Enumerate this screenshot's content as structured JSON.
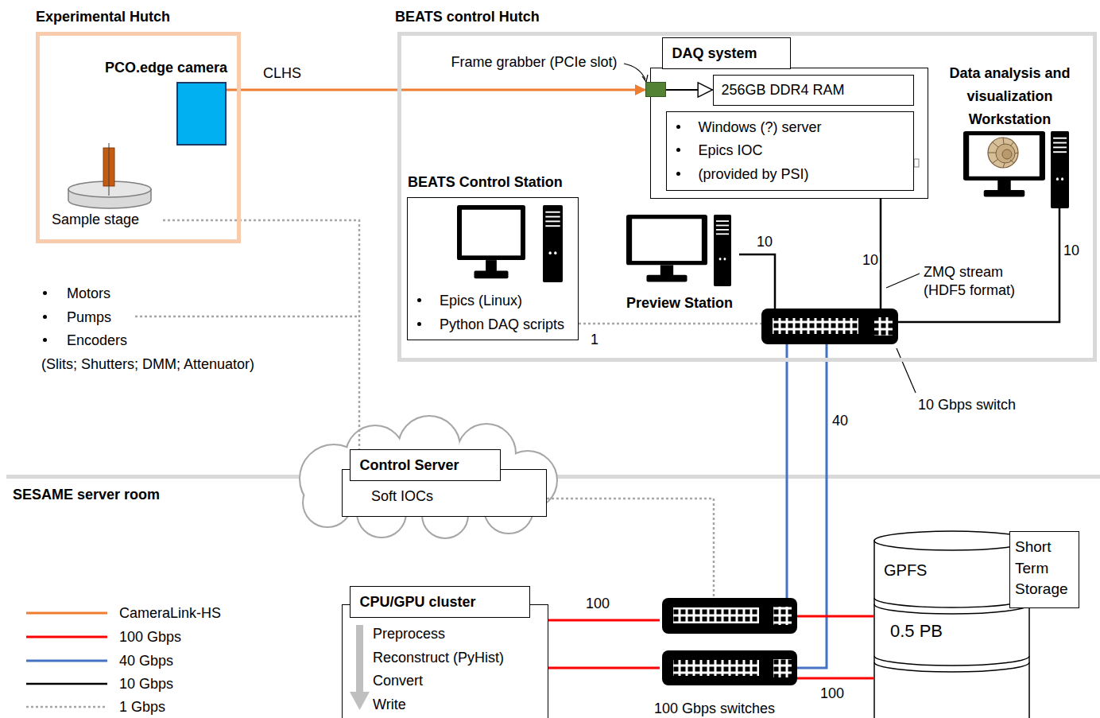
{
  "diagram": {
    "nodes": [
      {
        "text": [
          "Experimental Hutch"
        ]
      },
      {
        "text": [
          "PCO.edge camera"
        ],
        "in": 0
      },
      {
        "text": [
          "Sample stage"
        ],
        "in": 0
      },
      {
        "text": [
          "BEATS control Hutch"
        ]
      },
      {
        "text": [
          "DAQ system"
        ],
        "in": 3
      },
      {
        "text": [
          "Frame grabber (PCIe slot)"
        ],
        "in": 4
      },
      {
        "text": [
          "256GB DDR4 RAM"
        ],
        "in": 4
      },
      {
        "text": [
          "Windows (?) server",
          "Epics IOC",
          "(provided by PSI)"
        ],
        "in": 4
      },
      {
        "text": [
          "BEATS Control Station",
          "Epics (Linux)",
          "Python DAQ scripts"
        ],
        "in": 3
      },
      {
        "text": [
          "Preview Station"
        ],
        "in": 3
      },
      {
        "text": [
          "Data analysis and visualization Workstation"
        ],
        "in": 3
      },
      {
        "text": [
          "10 Gbps switch"
        ],
        "in": 3
      },
      {
        "text": [
          "Control Server",
          "Soft IOCs"
        ]
      },
      {
        "text": [
          "CPU/GPU cluster",
          "Preprocess",
          "Reconstruct (PyHist)",
          "Convert",
          "Write"
        ]
      },
      {
        "text": [
          "100 Gbps switches"
        ]
      },
      {
        "text": [
          "GPFS",
          "0.5 PB"
        ]
      },
      {
        "text": [
          "Short Term Storage"
        ]
      }
    ],
    "edges": [
      {
        "from": 1,
        "to": 5,
        "label": "CLHS",
        "arrow": "to"
      },
      {
        "from": 5,
        "to": 6,
        "arrow": "to"
      },
      {
        "from": 2,
        "to": 12,
        "arrow": "none"
      },
      {
        "from": 4,
        "to": 11,
        "label": "10",
        "arrow": "none"
      },
      {
        "from": 9,
        "to": 11,
        "label": "10",
        "arrow": "none"
      },
      {
        "from": 10,
        "to": 11,
        "label": "10",
        "arrow": "none"
      },
      {
        "from": 8,
        "to": 11,
        "label": "1",
        "arrow": "none"
      },
      {
        "from": 11,
        "to": 14,
        "arrow": "none"
      },
      {
        "from": 11,
        "to": 14,
        "label": "40",
        "arrow": "none"
      },
      {
        "from": 12,
        "to": 14,
        "arrow": "none"
      },
      {
        "from": 13,
        "to": 14,
        "label": "100",
        "arrow": "none"
      },
      {
        "from": 13,
        "to": 14,
        "arrow": "none"
      },
      {
        "from": 14,
        "to": 15,
        "arrow": "none"
      },
      {
        "from": 14,
        "to": 15,
        "label": "100",
        "arrow": "none"
      }
    ],
    "labels": [
      "SESAME server room",
      "Motors",
      "Pumps",
      "Encoders",
      "(Slits; Shutters; DMM; Attenuator)",
      "ZMQ stream (HDF5 format)"
    ],
    "legend": [
      {
        "text": "CameraLink-HS"
      },
      {
        "text": "100 Gbps"
      },
      {
        "text": "40 Gbps"
      },
      {
        "text": "10 Gbps"
      },
      {
        "text": "1 Gbps"
      }
    ]
  }
}
